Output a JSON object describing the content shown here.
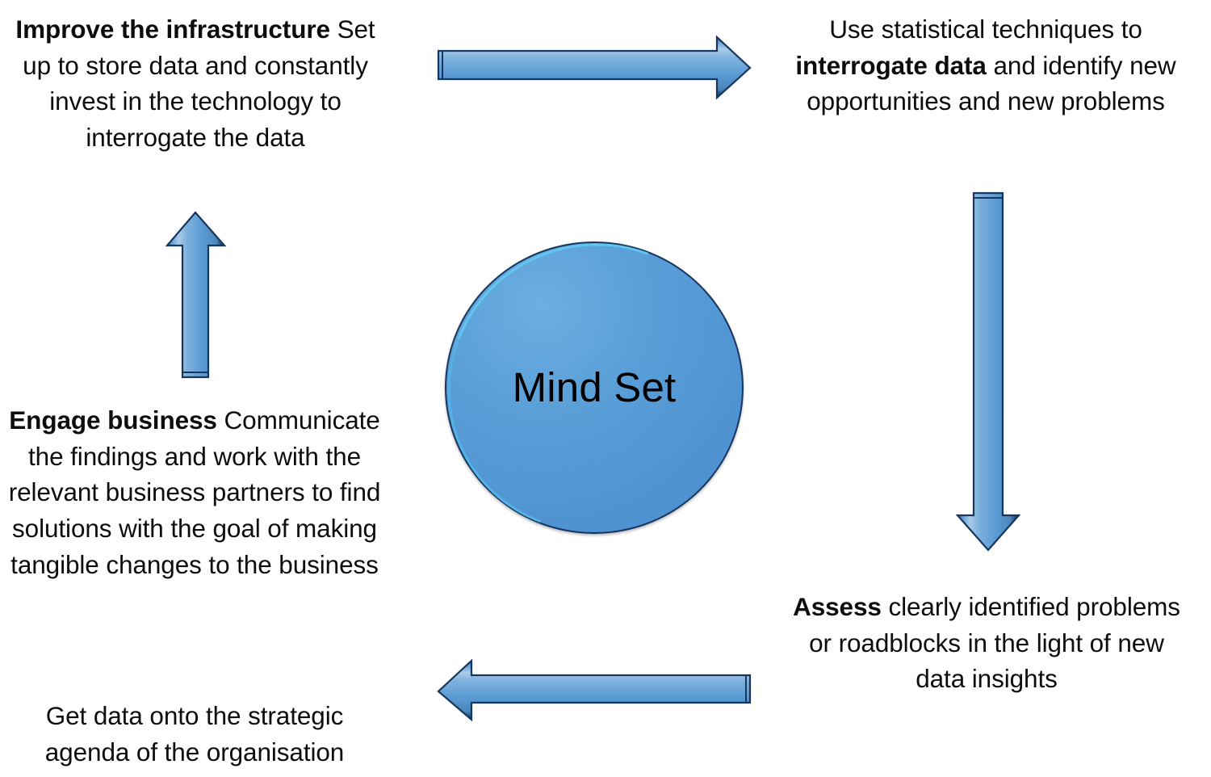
{
  "diagram": {
    "title": "Mind Set",
    "center": {
      "label": "Mind Set",
      "fill_color": "#5a9ed8",
      "outline_color": "#17365d",
      "highlight_color": "#63c8ef"
    },
    "arrow_colors": {
      "fill_light": "#8fbede",
      "fill_mid": "#5b9bd5",
      "fill_dark": "#3f7cad",
      "outline": "#17365d"
    },
    "text_color": "#0d0d0d",
    "background_color": "#ffffff"
  },
  "blocks": {
    "improve": {
      "heading": "Improve the infrastructure",
      "body": "Set up to store data and constantly invest in the technology to interrogate the data"
    },
    "interrogate": {
      "lead": "Use statistical techniques to ",
      "emphasis": "interrogate data",
      "tail": " and identify new opportunities and new problems"
    },
    "engage": {
      "heading": "Engage business",
      "body": "Communicate the findings and work with the relevant business partners to find solutions with the goal of making tangible changes to the business"
    },
    "strategic": {
      "body": "Get data onto the strategic agenda of the organisation"
    },
    "assess": {
      "emphasis": "Assess",
      "tail": " clearly identified problems or roadblocks in the light of new data insights"
    }
  },
  "arrows": [
    {
      "id": "arrow-top",
      "direction": "right",
      "from": "improve",
      "to": "interrogate"
    },
    {
      "id": "arrow-right",
      "direction": "down",
      "from": "interrogate",
      "to": "assess"
    },
    {
      "id": "arrow-bottom",
      "direction": "left",
      "from": "assess",
      "to": "engage"
    },
    {
      "id": "arrow-left",
      "direction": "up",
      "from": "engage",
      "to": "improve"
    }
  ]
}
